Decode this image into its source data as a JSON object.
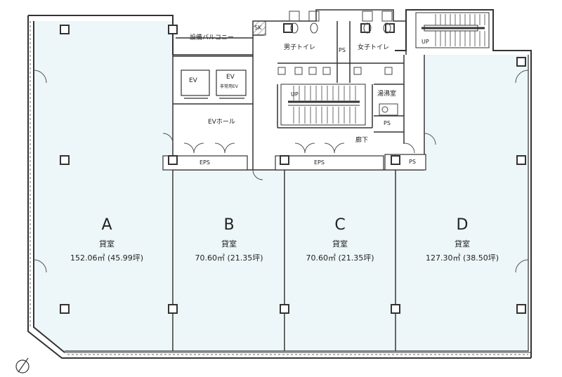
{
  "rooms": {
    "a": {
      "letter": "A",
      "type": "貸室",
      "area": "152.06㎡ (45.99坪)"
    },
    "b": {
      "letter": "B",
      "type": "貸室",
      "area": "70.60㎡ (21.35坪)"
    },
    "c": {
      "letter": "C",
      "type": "貸室",
      "area": "70.60㎡ (21.35坪)"
    },
    "d": {
      "letter": "D",
      "type": "貸室",
      "area": "127.30㎡ (38.50坪)"
    }
  },
  "core": {
    "balcony": "設備バルコニー",
    "sk": "SK",
    "mens": "男子トイレ",
    "womens": "女子トイレ",
    "ps": "PS",
    "up": "UP",
    "ev": "EV",
    "ev_emergency": "非常用EV",
    "ev_hall": "EVホール",
    "kitchen": "湯沸室",
    "corridor": "廊下",
    "eps": "EPS"
  },
  "colors": {
    "room_fill": "#edf6f8",
    "line": "#333333"
  }
}
